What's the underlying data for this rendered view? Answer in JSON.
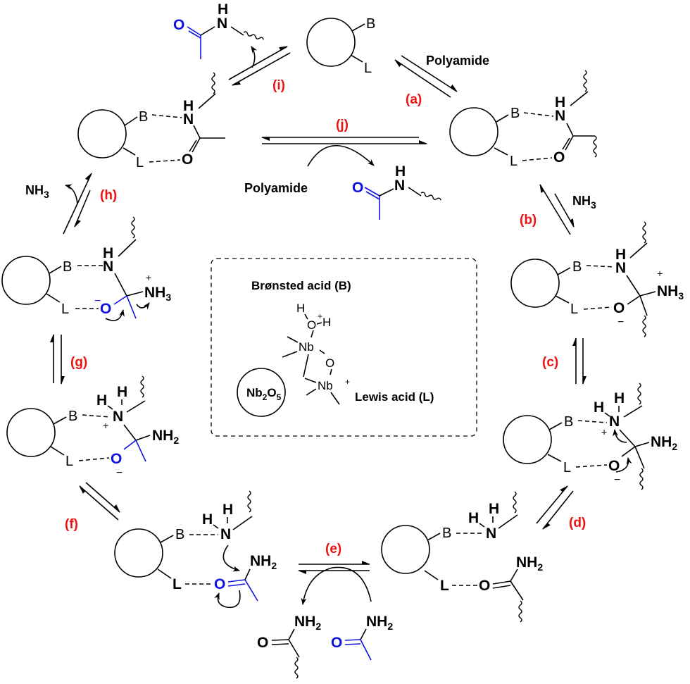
{
  "diagram": {
    "title": "Nb2O5-catalysed polyamide ammonolysis catalytic cycle",
    "colors": {
      "step_label": "#ee1111",
      "highlight_atom": "#1010e0",
      "line": "#000000"
    },
    "steps": [
      {
        "id": "a",
        "label": "(a)",
        "reagent": "Polyamide"
      },
      {
        "id": "b",
        "label": "(b)",
        "reagent": "NH3"
      },
      {
        "id": "c",
        "label": "(c)"
      },
      {
        "id": "d",
        "label": "(d)"
      },
      {
        "id": "e",
        "label": "(e)"
      },
      {
        "id": "f",
        "label": "(f)"
      },
      {
        "id": "g",
        "label": "(g)"
      },
      {
        "id": "h",
        "label": "(h)",
        "reagent": "NH3"
      },
      {
        "id": "i",
        "label": "(i)"
      },
      {
        "id": "j",
        "label": "(j)",
        "reagent": "Polyamide"
      }
    ],
    "site_labels": {
      "bronsted": "B",
      "lewis": "L",
      "lewis_bold": "L"
    },
    "atoms": {
      "H": "H",
      "N": "N",
      "O": "O",
      "NH": "NH",
      "NH2": "NH",
      "NH3": "NH",
      "sub2": "2",
      "sub3": "3",
      "plus": "+",
      "minus": "−"
    },
    "reagent_polyamide": "Polyamide",
    "reagent_nh3": "NH",
    "reagent_nh3_sub": "3",
    "inset": {
      "bronsted_label": "Brønsted acid (B)",
      "lewis_label": "Lewis acid (L)",
      "support": "Nb",
      "support_sub1": "2",
      "support_mid": "O",
      "support_sub2": "5",
      "nb": "Nb",
      "o": "O",
      "h": "H",
      "plus": "+"
    }
  }
}
